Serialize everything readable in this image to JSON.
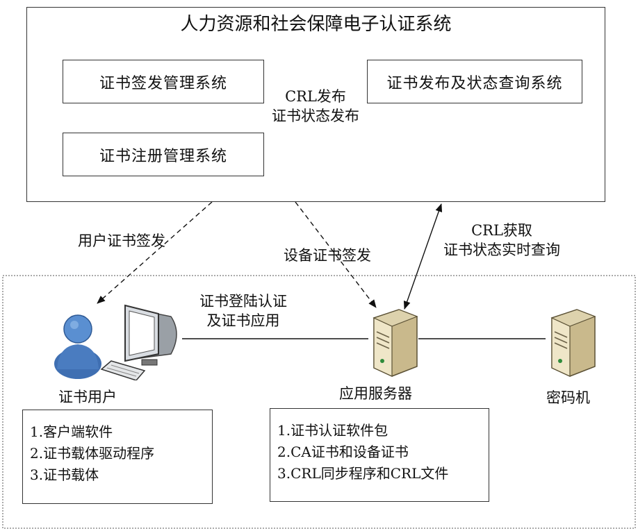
{
  "system": {
    "title": "人力资源和社会保障电子认证系统",
    "issue_mgmt": "证书签发管理系统",
    "register_mgmt": "证书注册管理系统",
    "publish_query": "证书发布及状态查询系统",
    "crl_publish_line1": "CRL发布",
    "crl_publish_line2": "证书状态发布"
  },
  "flows": {
    "user_cert_issue": "用户证书签发",
    "device_cert_issue": "设备证书签发",
    "crl_get_line1": "CRL获取",
    "crl_get_line2": "证书状态实时查询",
    "login_auth_line1": "证书登陆认证",
    "login_auth_line2": "及证书应用"
  },
  "nodes": {
    "user": "证书用户",
    "app_server": "应用服务器",
    "crypto": "密码机"
  },
  "user_list": [
    "1.客户端软件",
    "2.证书载体驱动程序",
    "3.证书载体"
  ],
  "server_list": [
    "1.证书认证软件包",
    "2.CA证书和设备证书",
    "3.CRL同步程序和CRL文件"
  ],
  "icons": {
    "user": "user-computer-icon",
    "server": "server-icon",
    "crypto": "server-icon"
  }
}
